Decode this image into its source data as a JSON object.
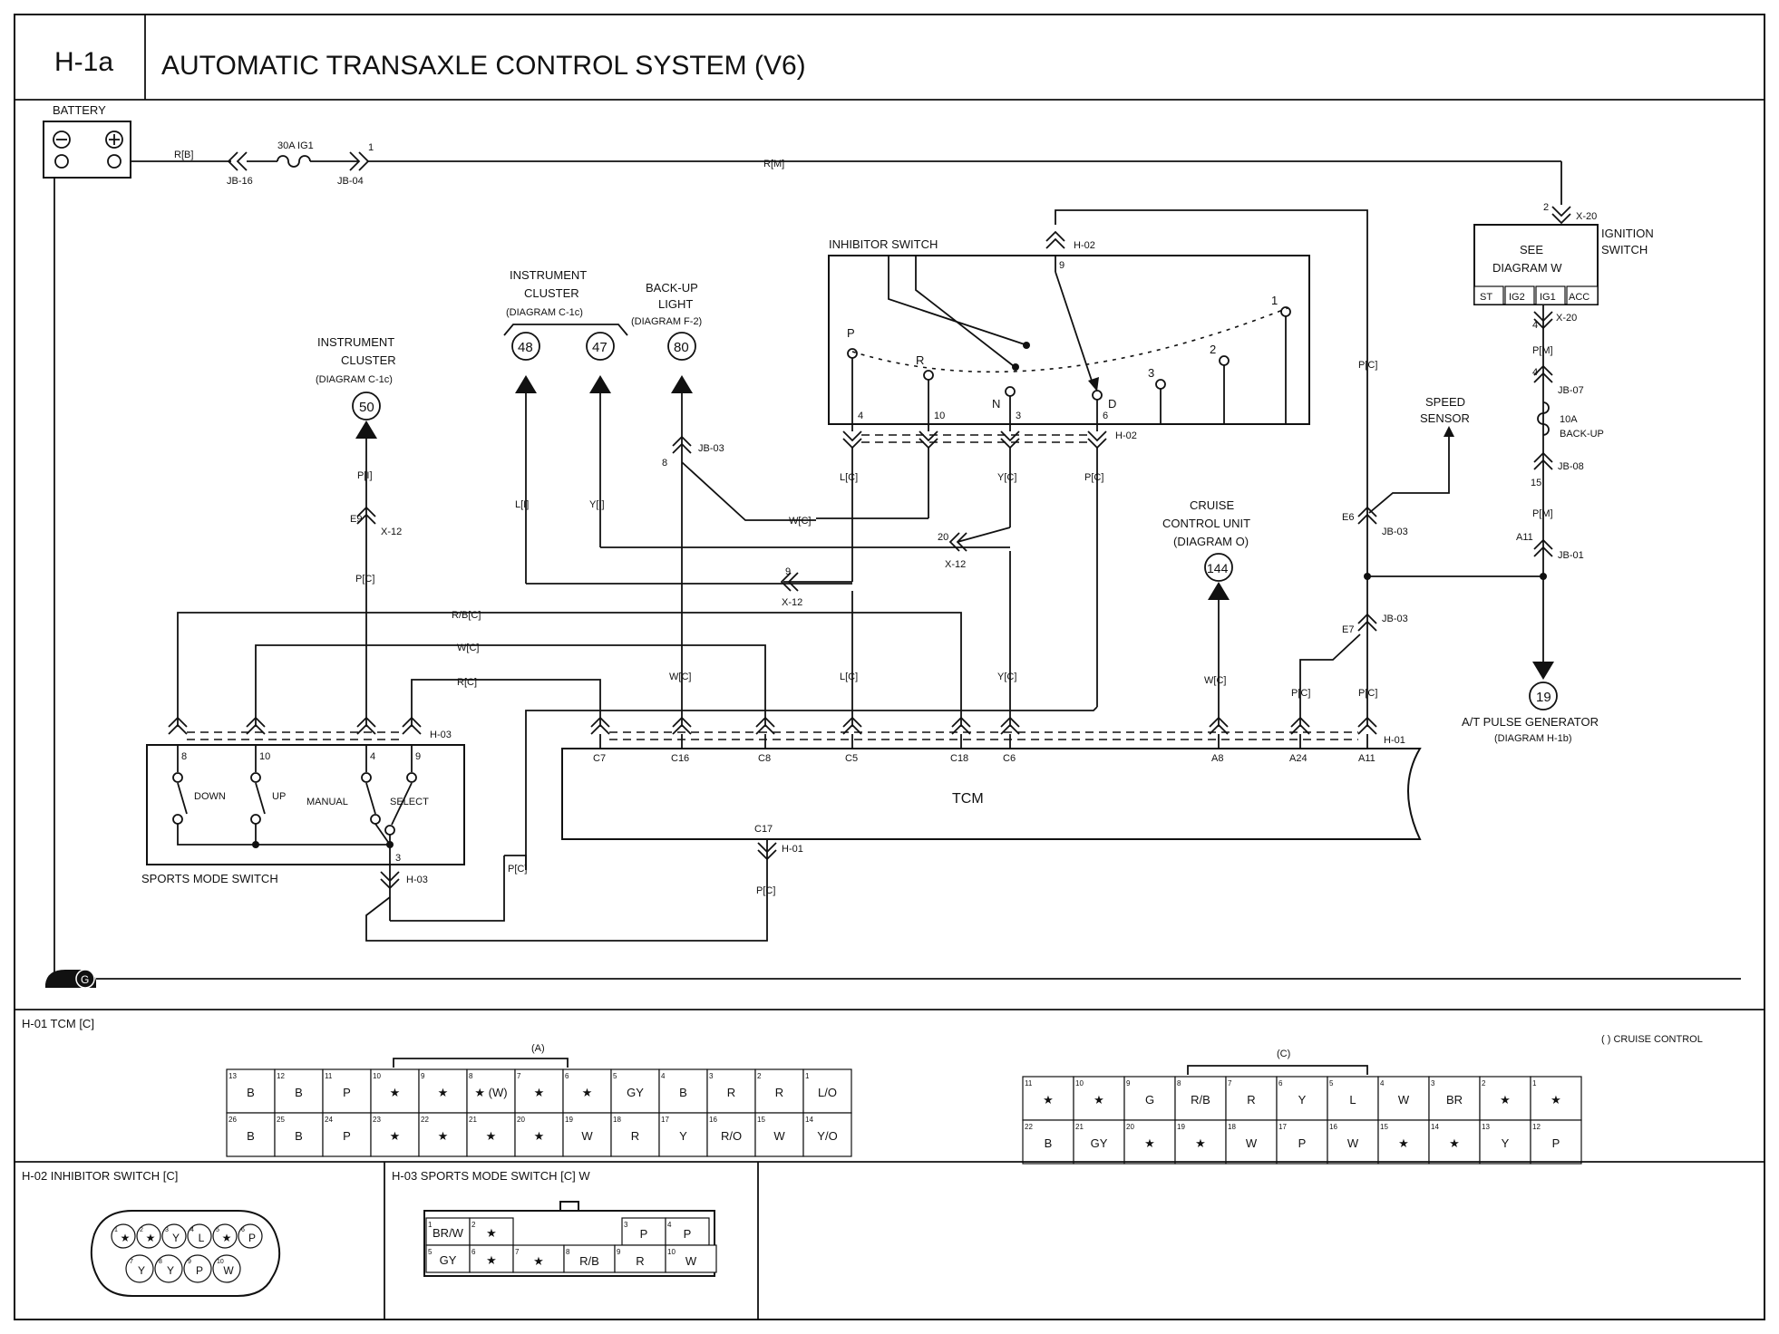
{
  "header": {
    "code": "H-1a",
    "title": "AUTOMATIC TRANSAXLE CONTROL SYSTEM (V6)"
  },
  "components": {
    "battery": "BATTERY",
    "fuse_main": "30A IG1",
    "jb16": "JB-16",
    "jb04": "JB-04",
    "ignition_switch_l1": "IGNITION",
    "ignition_switch_l2": "SWITCH",
    "see_diagram_l1": "SEE",
    "see_diagram_l2": "DIAGRAM  W",
    "ign_positions": [
      "ST",
      "IG2",
      "IG1",
      "ACC"
    ],
    "x20": "X-20",
    "jb07": "JB-07",
    "fuse_backup_l1": "10A",
    "fuse_backup_l2": "BACK-UP",
    "jb08": "JB-08",
    "jb01": "JB-01",
    "jb03": "JB-03",
    "speed_sensor_l1": "SPEED",
    "speed_sensor_l2": "SENSOR",
    "cruise_l1": "CRUISE",
    "cruise_l2": "CONTROL UNIT",
    "cruise_l3": "(DIAGRAM  O)",
    "cruise_ref": "144",
    "pulse_gen_ref": "19",
    "pulse_gen_l1": "A/T PULSE GENERATOR",
    "pulse_gen_l2": "(DIAGRAM H-1b)",
    "inhibitor_switch": "INHIBITOR SWITCH",
    "h02": "H-02",
    "inhibitor_positions": [
      "P",
      "R",
      "N",
      "D",
      "3",
      "2",
      "1"
    ],
    "inst_cluster_l1": "INSTRUMENT",
    "inst_cluster_l2": "CLUSTER",
    "inst_cluster_l3": "(DIAGRAM C-1c)",
    "ref_50": "50",
    "ref_48": "48",
    "ref_47": "47",
    "backup_light_l1": "BACK-UP",
    "backup_light_l2": "LIGHT",
    "backup_light_l3": "(DIAGRAM F-2)",
    "ref_80": "80",
    "x12": "X-12",
    "h03": "H-03",
    "h01": "H-01",
    "tcm": "TCM",
    "sports_mode_switch": "SPORTS MODE SWITCH",
    "sms_contacts": [
      "DOWN",
      "UP",
      "MANUAL",
      "SELECT"
    ],
    "ground": "G"
  },
  "wires": {
    "rb": "R[B]",
    "rm": "R[M]",
    "pm": "P[M]",
    "pc": "P[C]",
    "lc": "L[C]",
    "yc": "Y[C]",
    "wc": "W[C]",
    "rc": "R[C]",
    "rbc": "R/B[C]",
    "pi": "P[I]",
    "li": "L[I]",
    "yi": "Y[I]"
  },
  "pins": {
    "tcm": [
      "C7",
      "C16",
      "C8",
      "C5",
      "C18",
      "C6",
      "A8",
      "A24",
      "A11",
      "C17"
    ],
    "sms": [
      "8",
      "10",
      "4",
      "9",
      "3"
    ],
    "inh": [
      "4",
      "10",
      "3",
      "6",
      "9"
    ],
    "misc": [
      "1",
      "2",
      "4",
      "4",
      "15",
      "A11",
      "E6",
      "E7",
      "E9",
      "8",
      "20",
      "9"
    ]
  },
  "connectors": {
    "h01_title": "H-01 TCM [C]",
    "group_a": "(A)",
    "group_c": "(C)",
    "note": "(    )  CRUISE CONTROL",
    "a_row1": [
      [
        "13",
        "B"
      ],
      [
        "12",
        "B"
      ],
      [
        "11",
        "P"
      ],
      [
        "10",
        "★"
      ],
      [
        "9",
        "★"
      ],
      [
        "8",
        "★ (W)"
      ],
      [
        "7",
        "★"
      ],
      [
        "6",
        "★"
      ],
      [
        "5",
        "GY"
      ],
      [
        "4",
        "B"
      ],
      [
        "3",
        "R"
      ],
      [
        "2",
        "R"
      ],
      [
        "1",
        "L/O"
      ]
    ],
    "a_row2": [
      [
        "26",
        "B"
      ],
      [
        "25",
        "B"
      ],
      [
        "24",
        "P"
      ],
      [
        "23",
        "★"
      ],
      [
        "22",
        "★"
      ],
      [
        "21",
        "★"
      ],
      [
        "20",
        "★"
      ],
      [
        "19",
        "W"
      ],
      [
        "18",
        "R"
      ],
      [
        "17",
        "Y"
      ],
      [
        "16",
        "R/O"
      ],
      [
        "15",
        "W"
      ],
      [
        "14",
        "Y/O"
      ]
    ],
    "c_row1": [
      [
        "11",
        "★"
      ],
      [
        "10",
        "★"
      ],
      [
        "9",
        "G"
      ],
      [
        "8",
        "R/B"
      ],
      [
        "7",
        "R"
      ],
      [
        "6",
        "Y"
      ],
      [
        "5",
        "L"
      ],
      [
        "4",
        "W"
      ],
      [
        "3",
        "BR"
      ],
      [
        "2",
        "★"
      ],
      [
        "1",
        "★"
      ]
    ],
    "c_row2": [
      [
        "22",
        "B"
      ],
      [
        "21",
        "GY"
      ],
      [
        "20",
        "★"
      ],
      [
        "19",
        "★"
      ],
      [
        "18",
        "W"
      ],
      [
        "17",
        "P"
      ],
      [
        "16",
        "W"
      ],
      [
        "15",
        "★"
      ],
      [
        "14",
        "★"
      ],
      [
        "13",
        "Y"
      ],
      [
        "12",
        "P"
      ]
    ],
    "h02_title": "H-02 INHIBITOR SWITCH [C]",
    "h02_row1": [
      [
        "1",
        "★"
      ],
      [
        "2",
        "★"
      ],
      [
        "3",
        "Y"
      ],
      [
        "4",
        "L"
      ],
      [
        "5",
        "★"
      ],
      [
        "6",
        "P"
      ]
    ],
    "h02_row2": [
      [
        "7",
        "Y"
      ],
      [
        "8",
        "Y"
      ],
      [
        "9",
        "P"
      ],
      [
        "10",
        "W"
      ]
    ],
    "h03_title": "H-03 SPORTS MODE SWITCH [C] W",
    "h03_row1": [
      [
        "1",
        "BR/W"
      ],
      [
        "2",
        "★"
      ],
      [
        "3",
        "P"
      ],
      [
        "4",
        "P"
      ]
    ],
    "h03_row2": [
      [
        "5",
        "GY"
      ],
      [
        "6",
        "★"
      ],
      [
        "7",
        "★"
      ],
      [
        "8",
        "R/B"
      ],
      [
        "9",
        "R"
      ],
      [
        "10",
        "W"
      ]
    ]
  }
}
